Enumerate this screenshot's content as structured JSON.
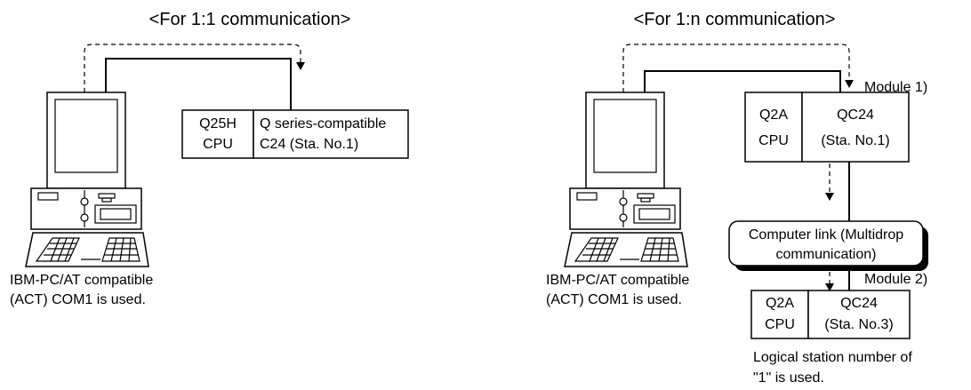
{
  "left": {
    "title": "<For 1:1 communication>",
    "pc_caption_line1": "IBM-PC/AT compatible",
    "pc_caption_line2": "(ACT) COM1 is used.",
    "cpu_line1": "Q25H",
    "cpu_line2": "CPU",
    "module_line1": "Q series-compatible",
    "module_line2": "C24 (Sta. No.1)"
  },
  "right": {
    "title": "<For 1:n communication>",
    "pc_caption_line1": "IBM-PC/AT compatible",
    "pc_caption_line2": "(ACT) COM1 is used.",
    "module1_label": "Module 1)",
    "module1_cpu_line1": "Q2A",
    "module1_cpu_line2": "CPU",
    "module1_unit_line1": "QC24",
    "module1_unit_line2": "(Sta. No.1)",
    "link_line1": "Computer link (Multidrop",
    "link_line2": "communication)",
    "module2_label": "Module 2)",
    "module2_cpu_line1": "Q2A",
    "module2_cpu_line2": "CPU",
    "module2_unit_line1": "QC24",
    "module2_unit_line2": "(Sta. No.3)",
    "logical_line1": "Logical station number of",
    "logical_line2": "\"1\" is used."
  }
}
